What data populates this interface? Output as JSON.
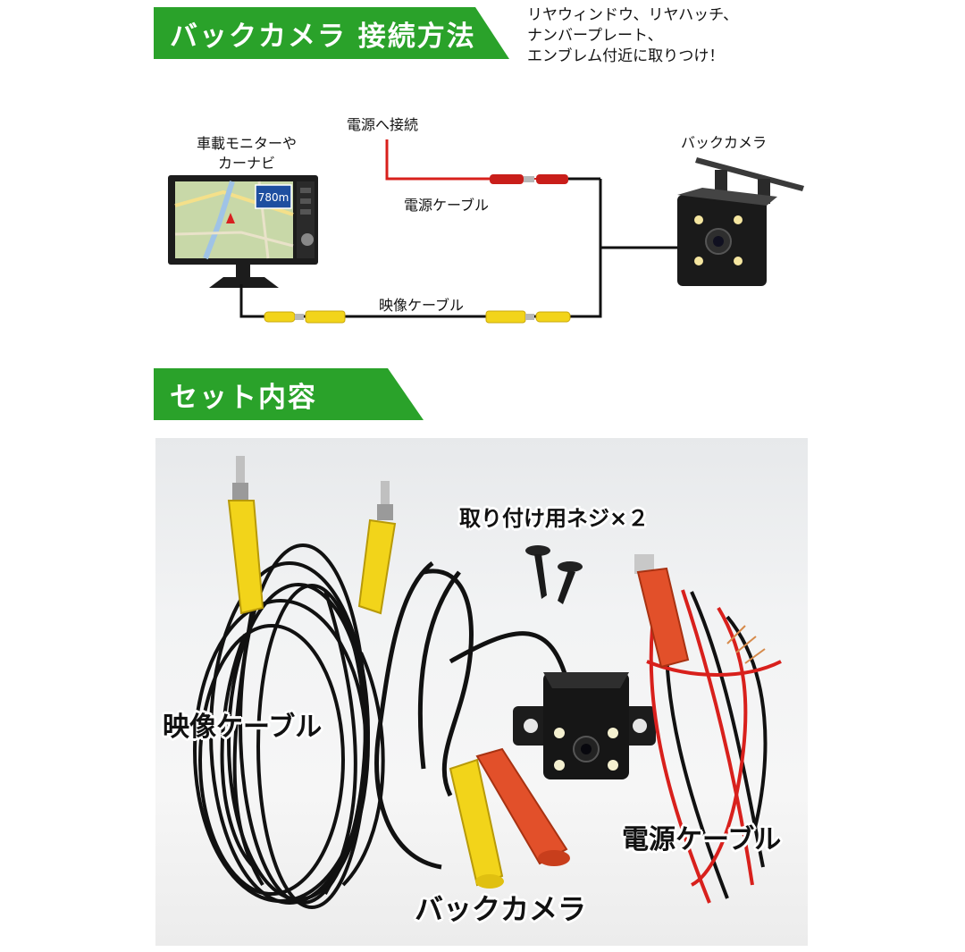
{
  "headers": {
    "connection_title": "バックカメラ 接続方法",
    "contents_title": "セット内容"
  },
  "install_note": {
    "lines": [
      "リヤウィンドウ、リヤハッチ、",
      "ナンバープレート、",
      "エンブレム付近に取りつけ！"
    ]
  },
  "diagram": {
    "monitor_label_line1": "車載モニターや",
    "monitor_label_line2": "カーナビ",
    "screen_distance": "780m",
    "power_connect_label": "電源へ接続",
    "power_cable_label": "電源ケーブル",
    "camera_label": "バックカメラ",
    "video_cable_label": "映像ケーブル"
  },
  "contents": {
    "screws_label": "取り付け用ネジ×２",
    "video_cable_label": "映像ケーブル",
    "power_cable_label": "電源ケーブル",
    "camera_label": "バックカメラ"
  },
  "colors": {
    "header_green": "#2aa22a",
    "rca_yellow": "#f2d41a",
    "power_red": "#d8201c",
    "cable_black": "#111111"
  }
}
